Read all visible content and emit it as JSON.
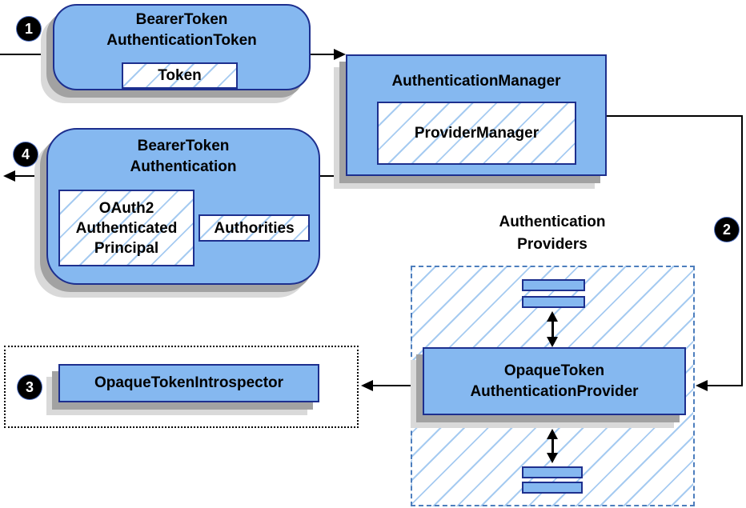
{
  "diagram": {
    "badges": {
      "one": "1",
      "two": "2",
      "three": "3",
      "four": "4"
    },
    "nodes": {
      "bearer_token_authentication_token": {
        "title": "BearerToken\nAuthenticationToken",
        "token_label": "Token"
      },
      "authentication_manager": {
        "title": "AuthenticationManager",
        "provider_manager_label": "ProviderManager"
      },
      "bearer_token_authentication": {
        "title": "BearerToken\nAuthentication",
        "principal_label": "OAuth2\nAuthenticated\nPrincipal",
        "authorities_label": "Authorities"
      },
      "authentication_providers": {
        "title": "Authentication\nProviders"
      },
      "opaque_token_authentication_provider": {
        "title": "OpaqueToken\nAuthenticationProvider"
      },
      "opaque_token_introspector": {
        "title": "OpaqueTokenIntrospector"
      }
    },
    "colors": {
      "node_fill": "#85b8f0",
      "node_border": "#1d2f8e",
      "hatch_line": "#a6cbf1",
      "dashed_region_border": "#4d7ebd",
      "dotted_region_border": "#000000",
      "arrow": "#000000",
      "badge_bg": "#000000",
      "badge_text": "#ffffff",
      "shadow_dark": "#a2a2a2",
      "shadow_light": "#d9d9d9"
    }
  }
}
